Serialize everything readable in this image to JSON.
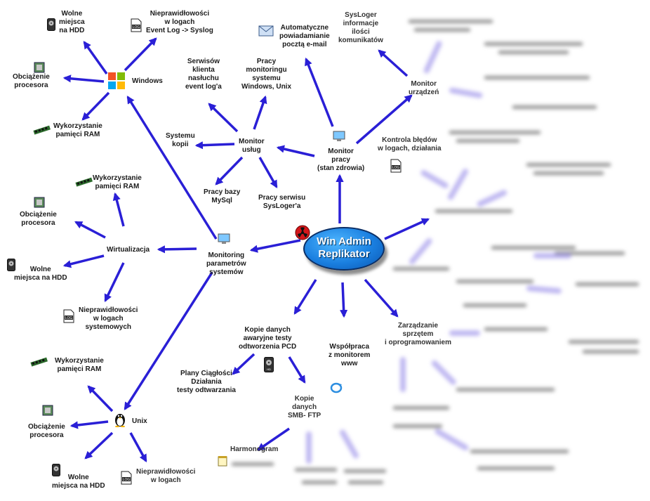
{
  "center": {
    "line1": "Win Admin",
    "line2": "Replikator"
  },
  "icons": {
    "hdd": "hdd-icon",
    "log": "log-file-icon",
    "cpu": "cpu-chip-icon",
    "ram": "ram-module-icon",
    "windows": "windows-logo-icon",
    "linux": "tux-penguin-icon",
    "monitor": "monitor-icon",
    "email": "email-envelope-icon",
    "radiation": "radiation-icon",
    "refresh": "sync-icon",
    "notepad": "notepad-icon"
  },
  "colors": {
    "arrow": "#2a1fd6",
    "center_fill": "#1a7fe0",
    "center_border": "#0b2f66"
  },
  "nodes": {
    "windows": "Windows",
    "win_hdd": [
      "Wolne",
      "miejsca",
      "na HDD"
    ],
    "win_log": [
      "Nieprawidłowości",
      "w logach",
      "Event Log -> Syslog"
    ],
    "win_cpu": [
      "Obciążenie",
      "procesora"
    ],
    "win_ram": [
      "Wykorzystanie",
      "pamięci RAM"
    ],
    "email": [
      "Automatyczne",
      "powiadamianie",
      "pocztą e-mail"
    ],
    "syslog_info": [
      "SysLoger",
      "informacje",
      "ilości",
      "komunikatów"
    ],
    "monitor_dev": [
      "Monitor",
      "urządzeń"
    ],
    "serwisy": [
      "Serwisów",
      "klienta",
      "nasłuchu",
      "event log'a"
    ],
    "prace_mon": [
      "Pracy",
      "monitoringu",
      "systemu",
      "Windows, Unix"
    ],
    "systemu_kopii": [
      "Systemu",
      "kopii"
    ],
    "monitor_uslug": [
      "Monitor",
      "usług"
    ],
    "monitor_pracy": [
      "Monitor",
      "pracy",
      "(stan zdrowia)"
    ],
    "kontrola": [
      "Kontrola błędów",
      "w logach, działania"
    ],
    "mysql": [
      "Pracy bazy",
      "MySql"
    ],
    "syslogera": [
      "Pracy serwisu",
      "SysLoger'a"
    ],
    "virt_ram": [
      "Wykorzystanie",
      "pamięci RAM"
    ],
    "virt_cpu": [
      "Obciążenie",
      "procesora"
    ],
    "wirtualizacja": "Wirtualizacja",
    "mon_param": [
      "Monitoring",
      "parametrów",
      "systemów"
    ],
    "virt_hdd": [
      "Wolne",
      "miejsca na HDD"
    ],
    "virt_log": [
      "Nieprawidłowości",
      "w logach",
      "systemowych"
    ],
    "kopie_pcd": [
      "Kopie danych",
      "awaryjne testy",
      "odtworzenia PCD"
    ],
    "www": [
      "Współpraca",
      "z monitorem",
      "www"
    ],
    "zarzadzanie": [
      "Zarządzanie",
      "sprzętem",
      "i oprogramowaniem"
    ],
    "unix_ram": [
      "Wykorzystanie",
      "pamięci RAM"
    ],
    "plany": [
      "Plany Ciągłości",
      "Działania",
      "testy odtwarzania"
    ],
    "kopie_smb": [
      "Kopie",
      "danych",
      "SMB- FTP"
    ],
    "unix": "Unix",
    "unix_cpu": [
      "Obciążenie",
      "procesora"
    ],
    "unix_hdd": [
      "Wolne",
      "miejsca na HDD"
    ],
    "unix_log": [
      "Nieprawidłowości",
      "w logach"
    ],
    "harmonogram": "Harmonogram"
  }
}
